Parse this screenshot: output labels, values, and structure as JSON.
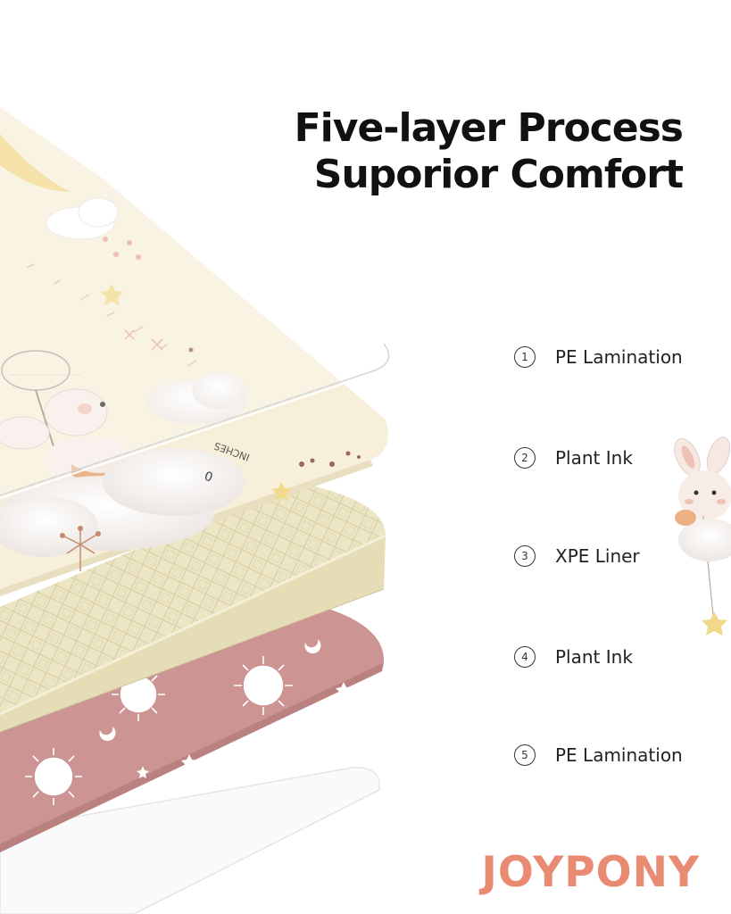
{
  "headline": {
    "line1": "Five-layer Process",
    "line2": "Suporior Comfort"
  },
  "layers": [
    {
      "number": "1",
      "label": "PE Lamination"
    },
    {
      "number": "2",
      "label": "Plant Ink"
    },
    {
      "number": "3",
      "label": "XPE Liner"
    },
    {
      "number": "4",
      "label": "Plant Ink"
    },
    {
      "number": "5",
      "label": "PE Lamination"
    }
  ],
  "mat": {
    "ruler_label": "INCHES",
    "ruler_zero": "0"
  },
  "brand": {
    "name": "JOYPONY",
    "color": "#e98b72"
  },
  "colors": {
    "cream": "#f7efd9",
    "pink": "#cc9493",
    "foam": "#ede8c8",
    "accent_star": "#f1d98a"
  }
}
